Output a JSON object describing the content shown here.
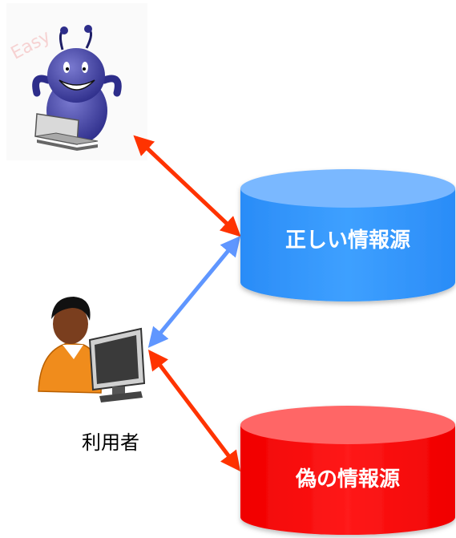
{
  "labels": {
    "attacker_badge": "Easy",
    "user": "利用者",
    "true_source": "正しい情報源",
    "fake_source": "偽の情報源"
  },
  "colors": {
    "true_source_fill": "#3399ff",
    "true_source_top": "#7ab8ff",
    "fake_source_fill": "#ff0000",
    "fake_source_top": "#ff6666",
    "arrow_red": "#ff3300",
    "arrow_blue": "#5f96ff"
  },
  "icons": {
    "attacker": "alien-with-laptop-icon",
    "user": "person-at-computer-icon"
  }
}
